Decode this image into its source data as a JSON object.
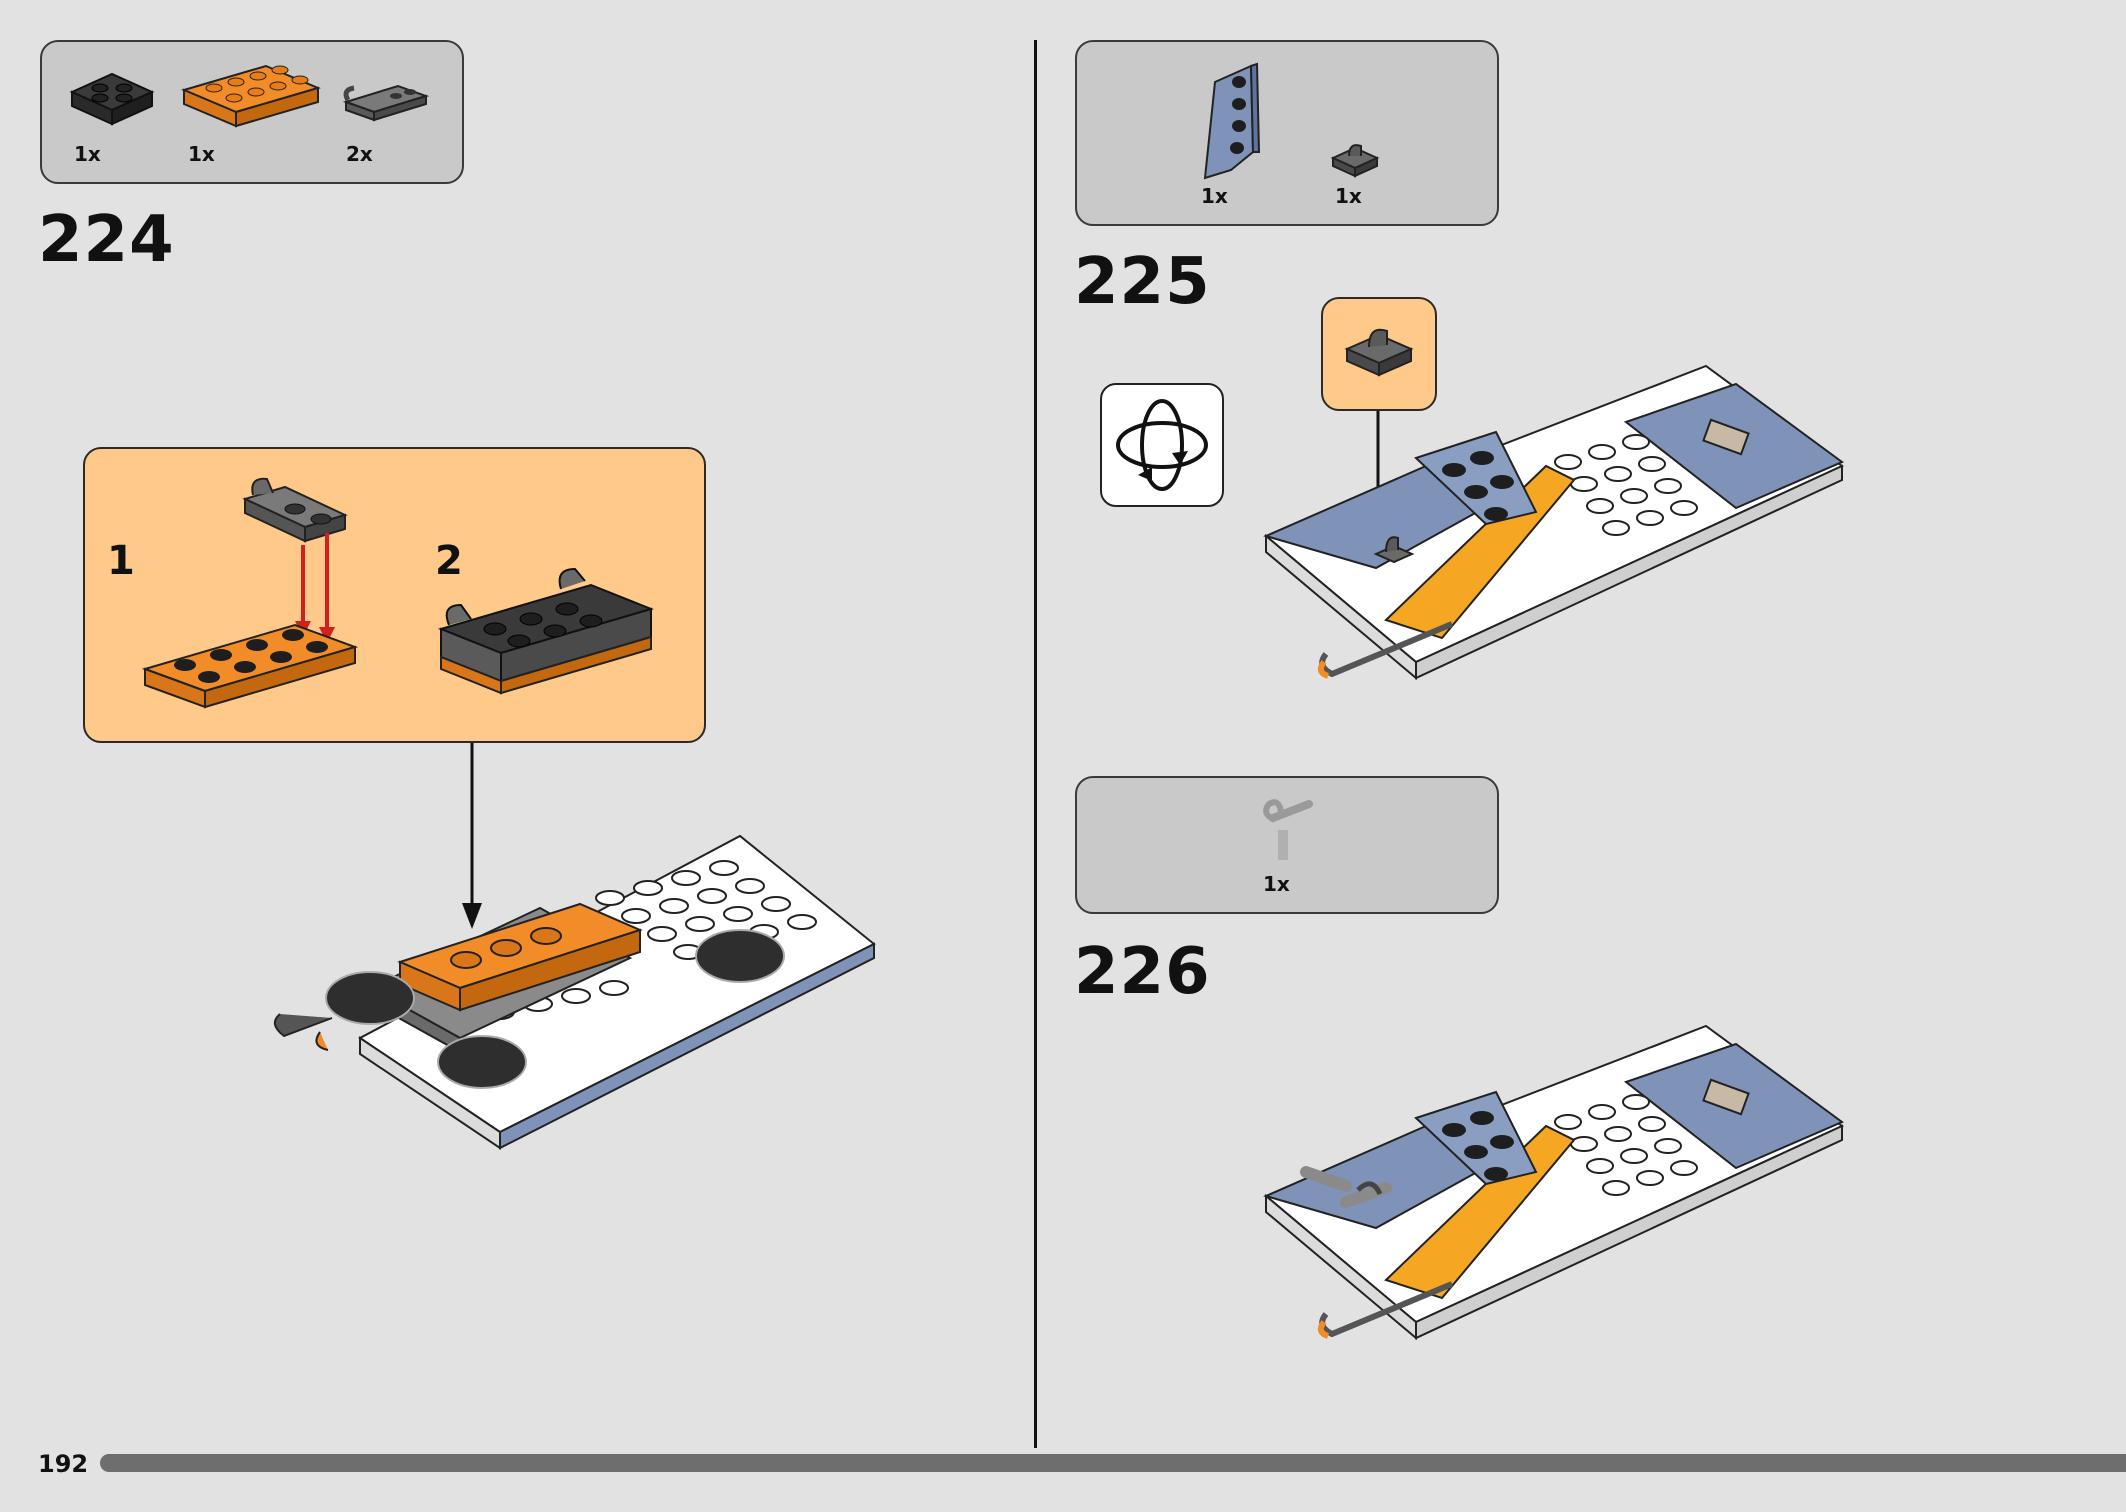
{
  "page": {
    "number": "192"
  },
  "steps": [
    {
      "number": "224",
      "parts": [
        {
          "qty": "1x",
          "icon": "black-2x2-plate-icon"
        },
        {
          "qty": "1x",
          "icon": "orange-2x4-plate-icon"
        },
        {
          "qty": "2x",
          "icon": "gray-clip-plate-icon"
        }
      ],
      "callout": {
        "substeps": [
          "1",
          "2"
        ]
      }
    },
    {
      "number": "225",
      "parts": [
        {
          "qty": "1x",
          "icon": "blue-wedge-plate-icon"
        },
        {
          "qty": "1x",
          "icon": "clip-tile-icon"
        }
      ],
      "rotate_icon": "rotate-model-icon"
    },
    {
      "number": "226",
      "parts": [
        {
          "qty": "1x",
          "icon": "bar-handle-icon"
        }
      ]
    }
  ],
  "colors": {
    "background": "#e2e2e2",
    "parts_box": "#c9c9c9",
    "callout": "#ffc98a",
    "orange": "#f08a24",
    "blue_gray": "#7f93b8",
    "progress": "#6e6e6e"
  }
}
